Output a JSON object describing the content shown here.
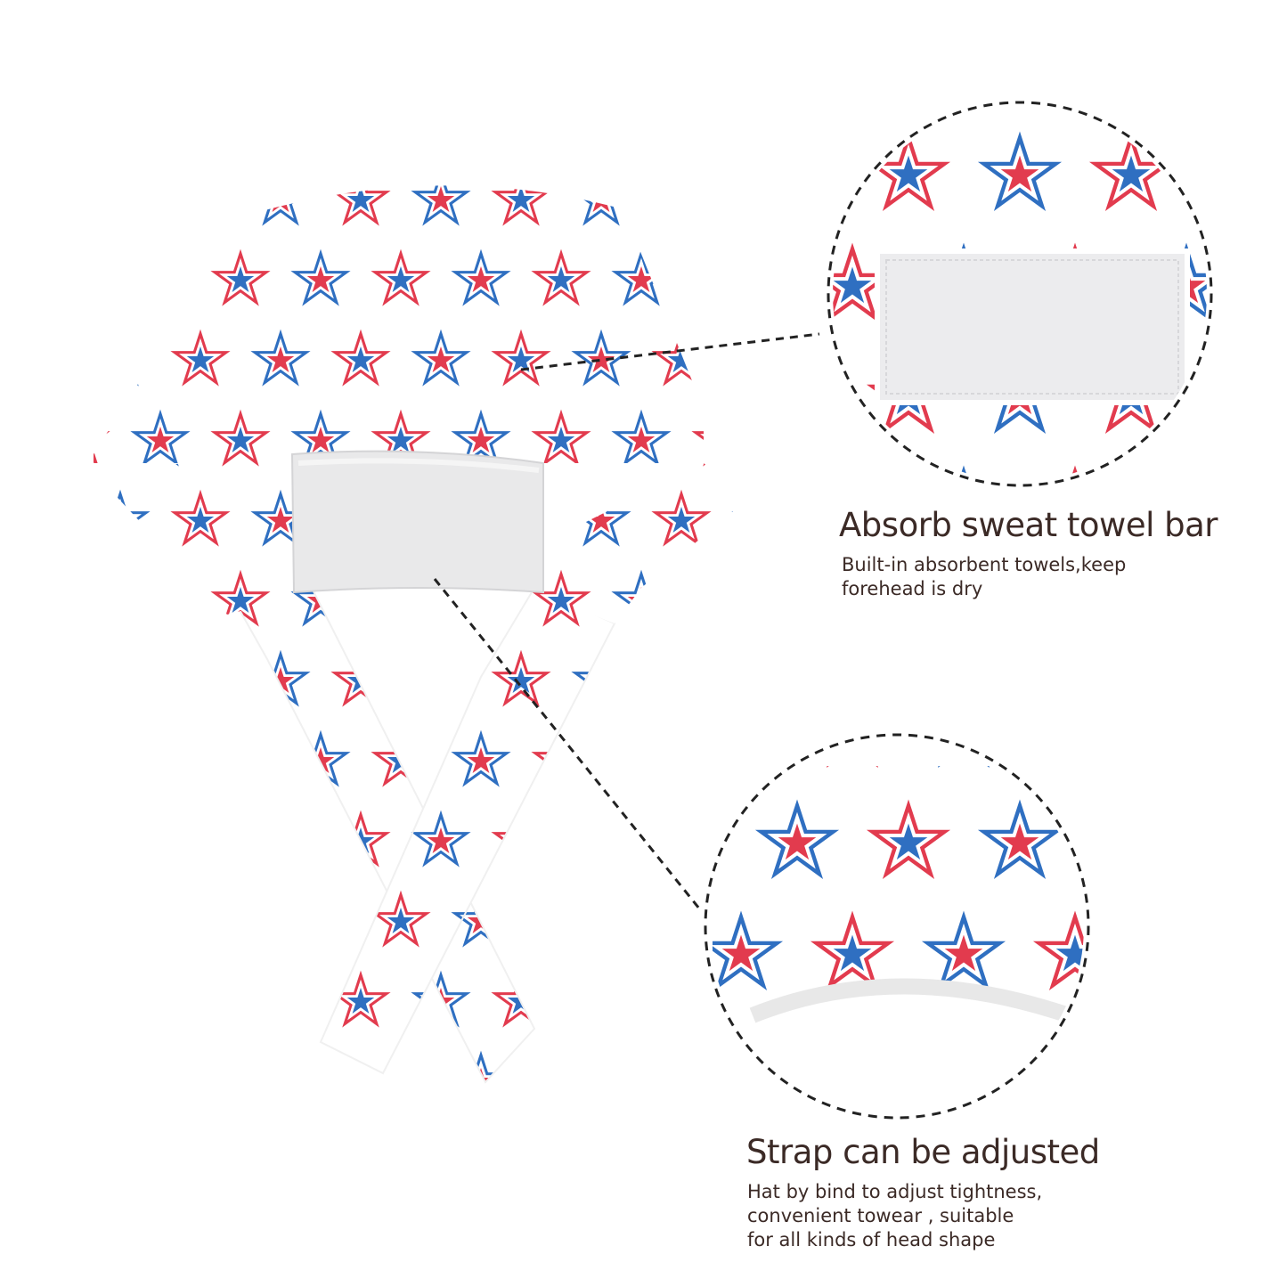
{
  "features": [
    {
      "title": "Absorb sweat towel bar",
      "description": [
        "Built-in absorbent towels,keep",
        "forehead is dry"
      ]
    },
    {
      "title": "Strap can be adjusted",
      "description": [
        "Hat by bind to adjust tightness,",
        "convenient towear , suitable",
        "for all kinds of head shape"
      ]
    }
  ],
  "colors": {
    "star_red": "#e23b4e",
    "star_blue": "#2f6fc1",
    "text": "#3b2a26",
    "fabric": "#ffffff",
    "towel": "#e9e9ea"
  },
  "icons": [
    "star-pattern",
    "dashed-callout-circle",
    "dashed-leader-line"
  ]
}
